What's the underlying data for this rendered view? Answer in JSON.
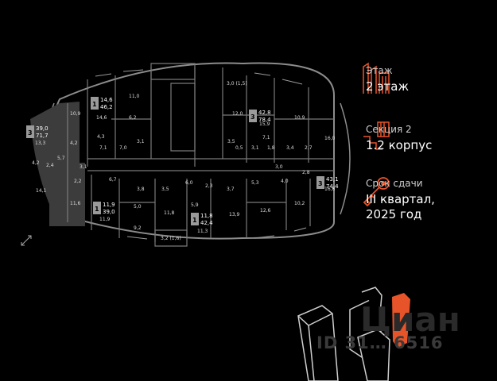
{
  "info": {
    "floor_label": "Этаж",
    "floor_value": "2 этаж",
    "section_label": "Секция 2",
    "section_value": "1.2 корпус",
    "deadline_label": "Срок сдачи",
    "deadline_value_line1": "III квартал,",
    "deadline_value_line2": "2025 год"
  },
  "icons": {
    "floor": "building-floors-icon",
    "section": "stairs-section-icon",
    "deadline": "key-icon",
    "expand": "expand-arrows-icon"
  },
  "colors": {
    "accent": "#e8542a",
    "background": "#000000",
    "lines": "#8a8a8a",
    "apartment_fill": "#3d3d3d"
  },
  "apartments": [
    {
      "rooms": "3",
      "area_total": "39,0",
      "area_living": "71,7"
    },
    {
      "rooms": "1",
      "area_total": "14,6",
      "area_living": "46,2"
    },
    {
      "rooms": "3",
      "area_total": "42,8",
      "area_living": "78,4"
    },
    {
      "rooms": "3",
      "area_total": "43,1",
      "area_living": "74,4"
    },
    {
      "rooms": "1",
      "area_total": "11,9",
      "area_living": "39,0"
    },
    {
      "rooms": "1",
      "area_total": "11,8",
      "area_living": "42,4"
    }
  ],
  "room_labels": [
    "10,9",
    "11,0",
    "14,6",
    "6,2",
    "3,0 (1,5)",
    "12,0",
    "10,9",
    "13,3",
    "4,2",
    "7,0",
    "3,1",
    "3,5",
    "0,5",
    "3,1",
    "1,8",
    "3,4",
    "2,7",
    "16,0",
    "15,9",
    "7,1",
    "5,7",
    "2,4",
    "4,2",
    "3,1",
    "3,0",
    "2,8",
    "2,2",
    "6,7",
    "3,8",
    "3,5",
    "6,0",
    "2,3",
    "5,3",
    "4,0",
    "14,1",
    "11,6",
    "11,9",
    "5,0",
    "11,8",
    "5,9",
    "3,7",
    "12,6",
    "10,2",
    "16,6",
    "9,2",
    "3,2 (1,6)",
    "11,3",
    "13,9",
    "4,3",
    "7,1"
  ],
  "watermark": {
    "brand": "Циан",
    "id_text": "ID 31… 6516"
  }
}
